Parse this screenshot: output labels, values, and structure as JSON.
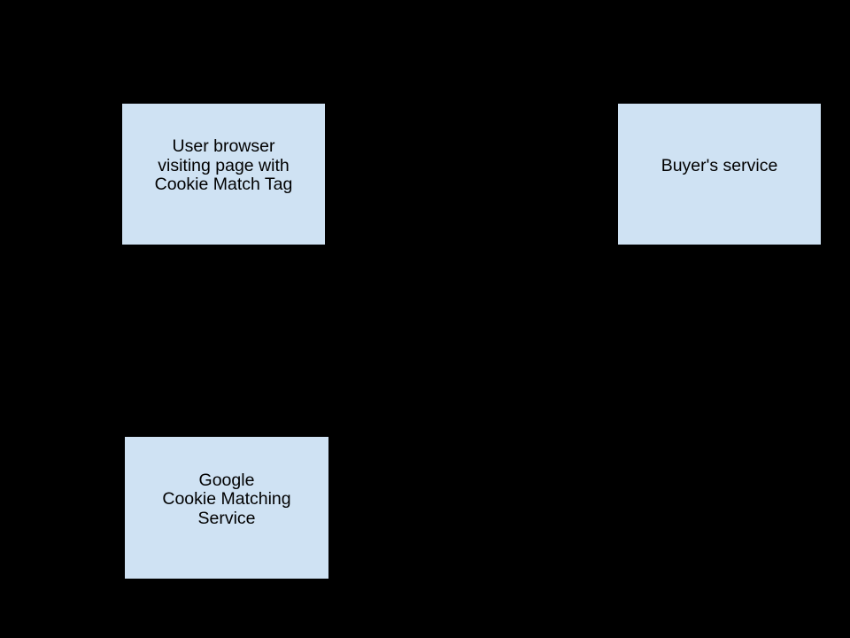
{
  "colors": {
    "background": "#000000",
    "node-fill": "#cfe2f3",
    "node-border": "#000000",
    "node-text": "#000000"
  },
  "diagram": {
    "description": "Cookie matching flow diagram with three entity boxes on a black background",
    "nodes": [
      {
        "id": "user-browser",
        "label": "User browser\nvisiting page with\nCookie Match Tag"
      },
      {
        "id": "buyers-service",
        "label": "Buyer's service"
      },
      {
        "id": "google-cookie-matching-service",
        "label": "Google\nCookie Matching\nService"
      }
    ]
  }
}
